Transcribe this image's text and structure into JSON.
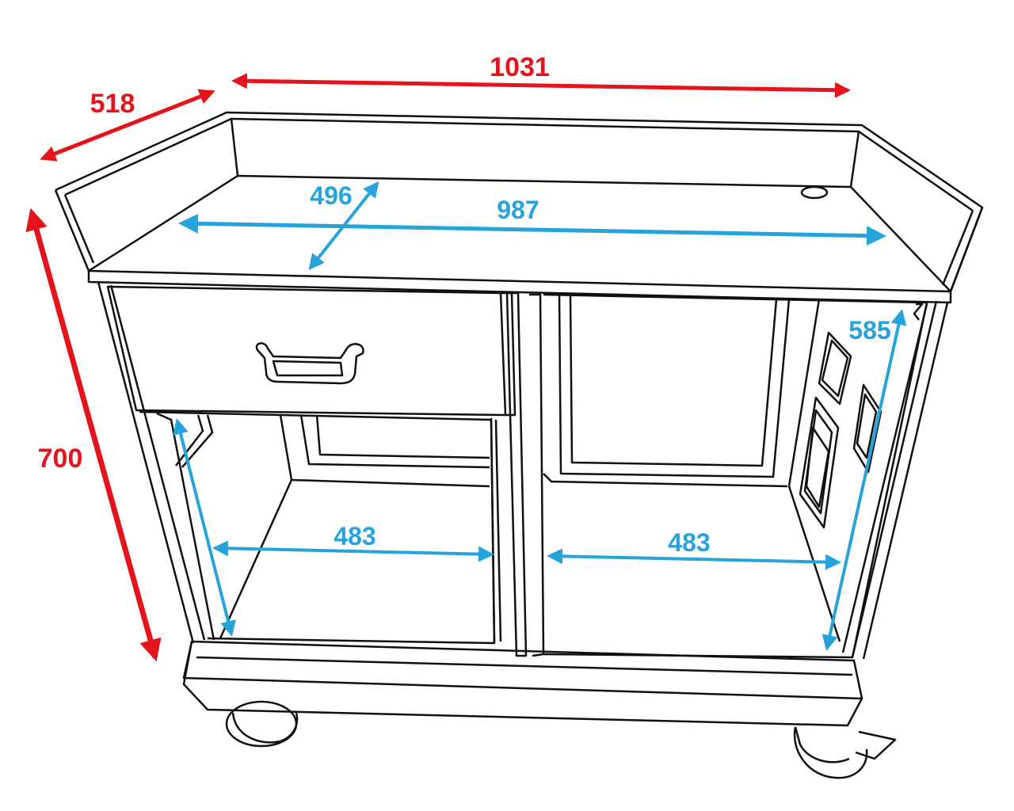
{
  "colors": {
    "outer_dimension": "#e3141b",
    "inner_dimension": "#27a3dc",
    "outline": "#111111",
    "background": "#ffffff"
  },
  "outer_dimensions": {
    "width": "1031",
    "depth": "518",
    "height": "700"
  },
  "inner_dimensions": {
    "top_depth": "496",
    "top_width": "987",
    "left_compartment_width": "483",
    "right_compartment_width": "483",
    "compartment_height": "585"
  }
}
